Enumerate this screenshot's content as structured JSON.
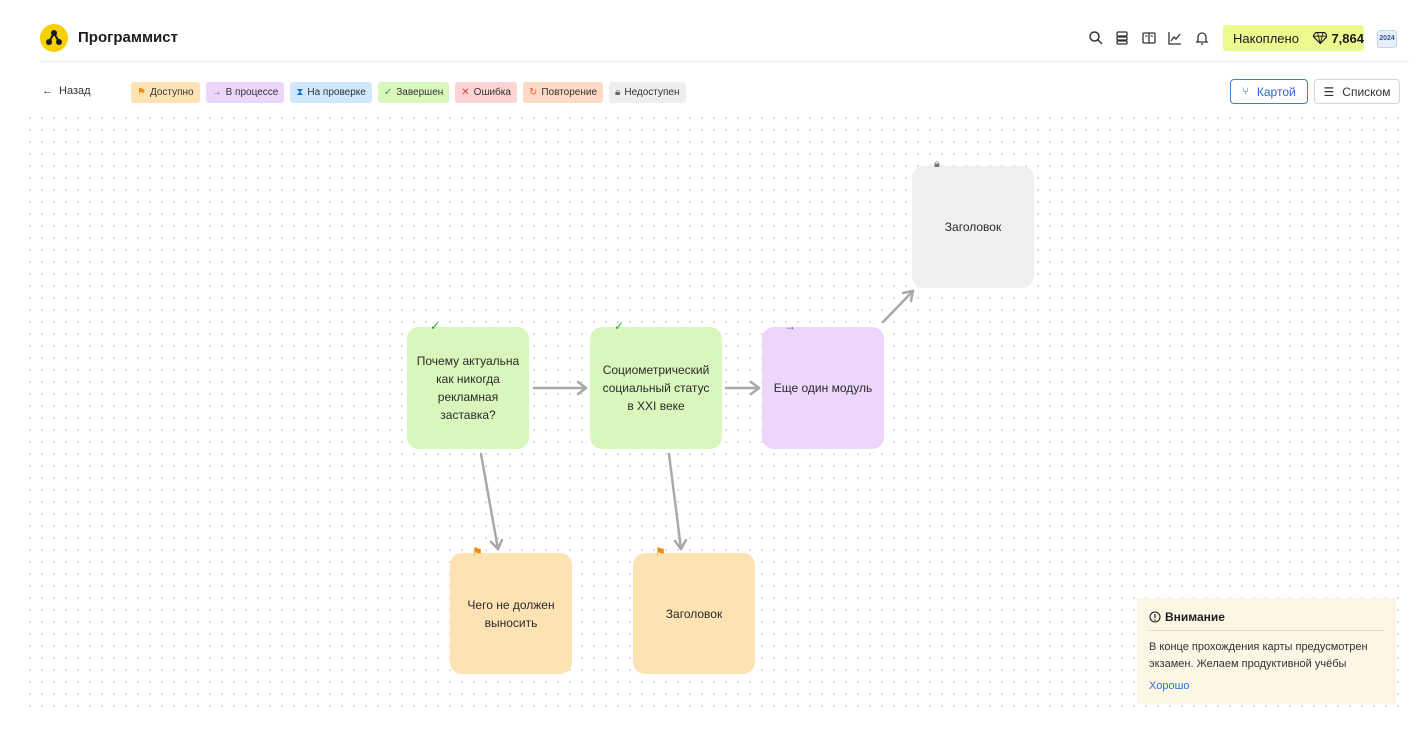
{
  "app": {
    "title": "Программист"
  },
  "header": {
    "icons": [
      "search-icon",
      "database-icon",
      "book-icon",
      "chart-icon",
      "bell-icon"
    ],
    "points_label": "Накоплено",
    "points_value": "7,864",
    "user_badge": "2024"
  },
  "toolbar": {
    "back_label": "Назад",
    "legend": [
      {
        "label": "Доступно",
        "icon": "flag-icon",
        "bg": "#fde3b3",
        "color": "#f08a00"
      },
      {
        "label": "В процессе",
        "icon": "arrow-right-icon",
        "bg": "#ecd6fb",
        "color": "#8e44c9"
      },
      {
        "label": "На проверке",
        "icon": "hourglass-icon",
        "bg": "#cfe8fb",
        "color": "#1e6fd1"
      },
      {
        "label": "Завершен",
        "icon": "check-icon",
        "bg": "#d9f7bd",
        "color": "#2aa52a"
      },
      {
        "label": "Ошибка",
        "icon": "cross-icon",
        "bg": "#fdd3d3",
        "color": "#e03b3b"
      },
      {
        "label": "Повторение",
        "icon": "repeat-icon",
        "bg": "#fdd9c6",
        "color": "#e8622a"
      },
      {
        "label": "Недоступен",
        "icon": "lock-icon",
        "bg": "#eeeeee",
        "color": "#666666"
      }
    ],
    "view_map_label": "Картой",
    "view_list_label": "Списком"
  },
  "map": {
    "nodes": [
      {
        "id": "n1",
        "status": "done",
        "text": "Почему актуальна как никогда рекламная заставка?"
      },
      {
        "id": "n2",
        "status": "done",
        "text": "Социометрический социальный статус в XXI веке"
      },
      {
        "id": "n3",
        "status": "in-progress",
        "text": "Еще один модуль"
      },
      {
        "id": "n4",
        "status": "locked",
        "text": "Заголовок"
      },
      {
        "id": "n5",
        "status": "available",
        "text": "Чего не должен выносить"
      },
      {
        "id": "n6",
        "status": "available",
        "text": "Заголовок"
      }
    ]
  },
  "notice": {
    "title": "Внимание",
    "text": "В конце прохождения карты предусмотрен экзамен. Желаем продуктивной учёбы",
    "ok_label": "Хорошо"
  }
}
